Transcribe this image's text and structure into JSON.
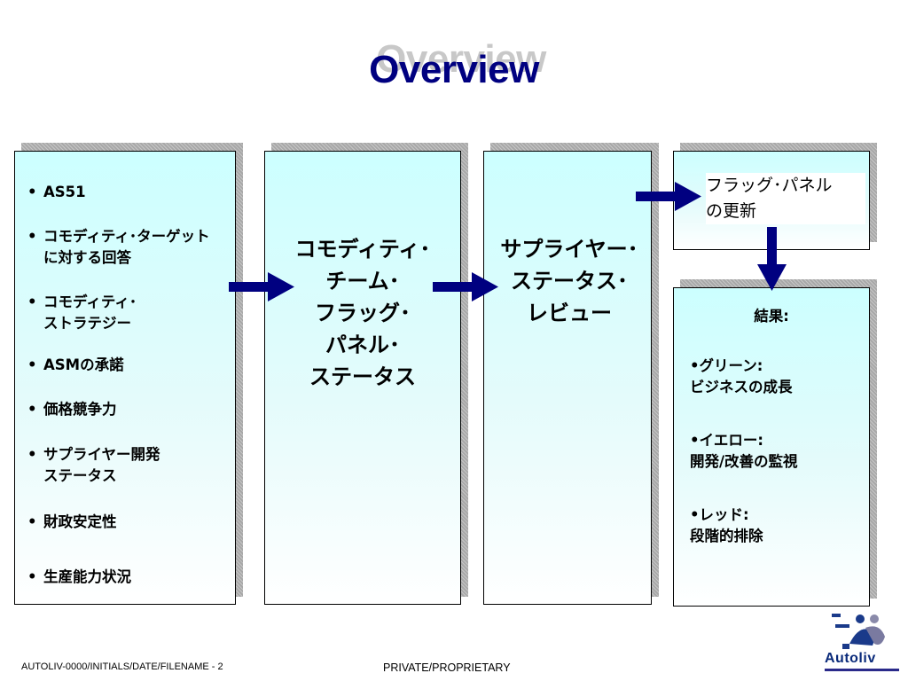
{
  "slide": {
    "title": "Overview",
    "colors": {
      "title": "#000080",
      "arrow": "#000080",
      "box_fill": "#ccffff",
      "shadow": "#a8a8a8"
    }
  },
  "left_box": {
    "items": [
      {
        "bullet": "•",
        "text": "AS51"
      },
      {
        "bullet": "•",
        "text": "コモディティ･ターゲット\nに対する回答"
      },
      {
        "bullet": "•",
        "text": "コモディティ･\nストラテジー"
      },
      {
        "bullet": "•",
        "text": "ASMの承諾"
      },
      {
        "bullet": "•",
        "text": "価格競争力"
      },
      {
        "bullet": "•",
        "text": "サプライヤー開発\nステータス"
      },
      {
        "bullet": "•",
        "text": "財政安定性"
      },
      {
        "bullet": "•",
        "text": "生産能力状況"
      }
    ]
  },
  "middle_box": {
    "text": "コモディティ･\nチーム･\nフラッグ･\nパネル･\nステータス"
  },
  "review_box": {
    "text": "サプライヤー･\nステータス･\nレビュー"
  },
  "update_box": {
    "text": "フラッグ･パネル\nの更新"
  },
  "results_box": {
    "title": "結果:",
    "items": [
      {
        "text": "•グリーン:\n ビジネスの成長"
      },
      {
        "text": "•イエロー:\n 開発/改善の監視"
      },
      {
        "text": "•レッド:\n 段階的排除"
      }
    ]
  },
  "footer": {
    "left": "AUTOLIV-0000/INITIALS/DATE/FILENAME - 2",
    "center": "PRIVATE/PROPRIETARY"
  },
  "logo": {
    "text": "Autoliv",
    "icon": "autoliv-figure-icon"
  }
}
